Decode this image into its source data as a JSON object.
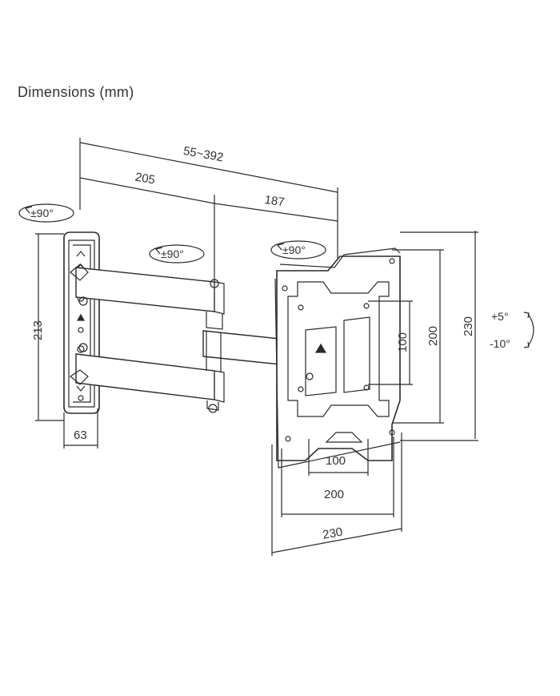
{
  "title": "Dimensions (mm)",
  "dimensions": {
    "arm_extension": "55~392",
    "arm_first": "205",
    "arm_second": "187",
    "wall_plate_height": "213",
    "wall_plate_width": "63",
    "vesa_v_small": "100",
    "vesa_v_large": "200",
    "plate_height": "230",
    "vesa_h_small": "100",
    "vesa_h_large": "200",
    "plate_width": "230"
  },
  "rotations": {
    "wall_swivel": "±90°",
    "arm_swivel": "±90°",
    "head_swivel": "±90°",
    "tilt_up": "+5°",
    "tilt_down": "-10°"
  }
}
